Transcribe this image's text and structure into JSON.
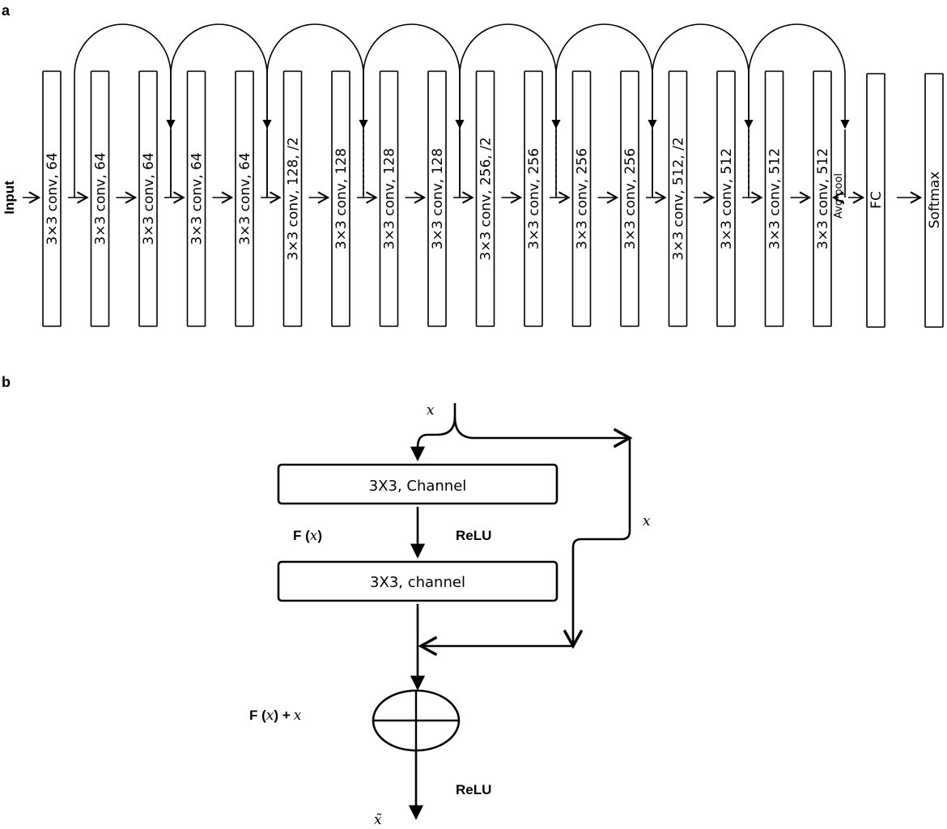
{
  "panel_a": {
    "label": "a",
    "input_label": "Input",
    "layers": [
      "3×3 conv, 64",
      "3×3 conv, 64",
      "3×3 conv, 64",
      "3×3 conv, 64",
      "3×3 conv, 64",
      "3×3 conv, 128, /2",
      "3×3 conv, 128",
      "3×3 conv, 128",
      "3×3 conv, 128",
      "3×3 conv, 256, /2",
      "3×3 conv, 256",
      "3×3 conv, 256",
      "3×3 conv, 256",
      "3×3 conv, 512, /2",
      "3×3 conv, 512",
      "3×3 conv, 512",
      "3×3 conv, 512"
    ],
    "avg_pool_label": "Avg pool",
    "fc_label": "FC",
    "softmax_label": "Softmax"
  },
  "panel_b": {
    "label": "b",
    "x_top": "x",
    "x_skip": "x",
    "block1": "3X3, Channel",
    "block2": "3X3, channel",
    "fx_prefix": "F (",
    "fx_var": "x",
    "fx_suffix": ")",
    "relu_1": "ReLU",
    "sum_prefix": "F (",
    "sum_var": "x",
    "sum_mid": ") +",
    "sum_x": "x",
    "relu_2": "ReLU",
    "output": "x̃"
  }
}
